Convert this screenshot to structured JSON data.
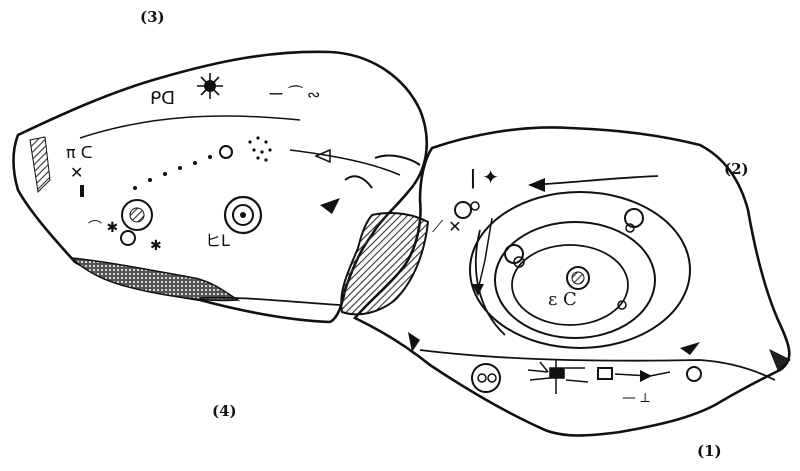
{
  "labels": {
    "fragment_1": "(1)",
    "fragment_2": "(2)",
    "fragment_3": "(3)",
    "fragment_4": "(4)"
  },
  "colors": {
    "ink": "#111111",
    "paper": "#ffffff",
    "hatch": "#333333"
  },
  "icons": [
    "sun-icon",
    "concentric-circle-icon",
    "rosette-icon",
    "crescent-icon",
    "arrow-icon",
    "dot-trail-icon"
  ]
}
